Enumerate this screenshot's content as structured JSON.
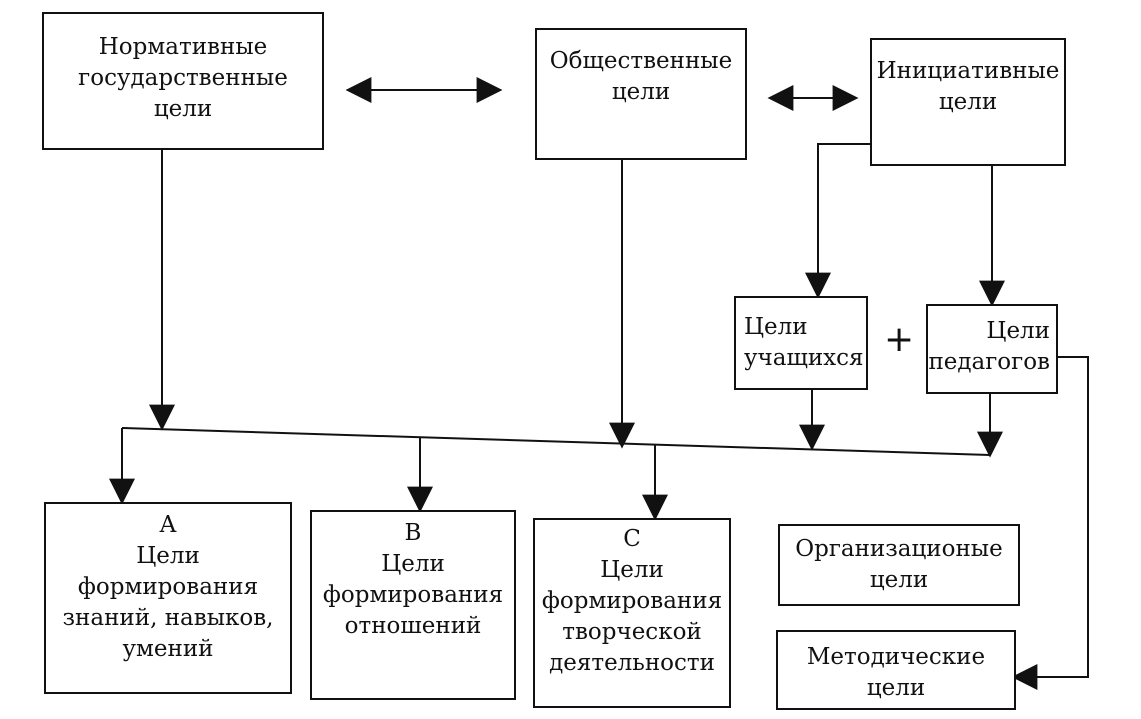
{
  "boxes": {
    "normative": {
      "lines": [
        "Нормативные",
        "государственные",
        "цели"
      ]
    },
    "social": {
      "lines": [
        "Общественные",
        "цели"
      ]
    },
    "initiative": {
      "lines": [
        "Инициативные",
        "цели"
      ]
    },
    "students": {
      "lines": [
        "Цели",
        "учащихся"
      ]
    },
    "teachers": {
      "lines": [
        "Цели",
        "педагогов"
      ]
    },
    "a": {
      "letter": "А",
      "lines": [
        "Цели",
        "формирования",
        "знаний, навыков,",
        "умений"
      ]
    },
    "b": {
      "letter": "В",
      "lines": [
        "Цели",
        "формирования",
        "отношений"
      ]
    },
    "c": {
      "letter": "С",
      "lines": [
        "Цели",
        "формирования",
        "творческой",
        "деятельности"
      ]
    },
    "org": {
      "lines": [
        "Организационые",
        "цели"
      ]
    },
    "method": {
      "lines": [
        "Методические",
        "цели"
      ]
    }
  },
  "plus_sign": "+"
}
